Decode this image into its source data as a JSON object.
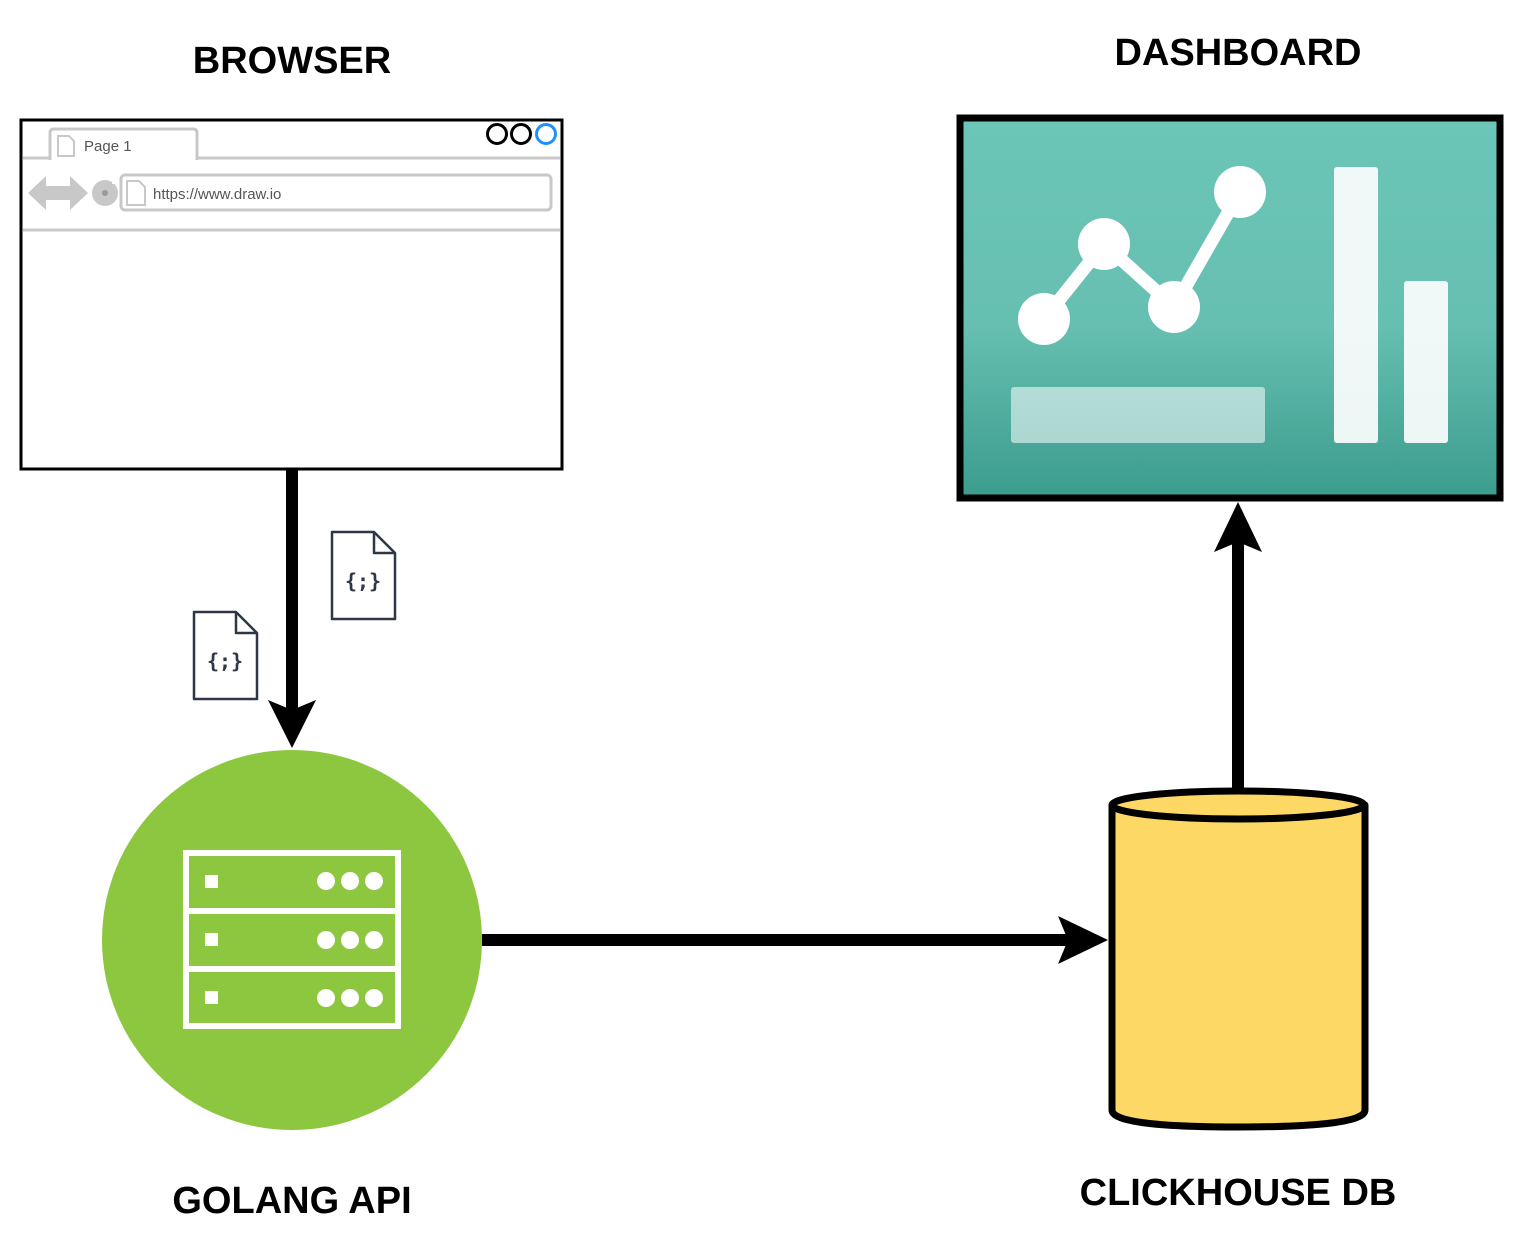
{
  "nodes": {
    "browser": {
      "label": "BROWSER",
      "tab_label": "Page 1",
      "url": "https://www.draw.io"
    },
    "dashboard": {
      "label": "DASHBOARD"
    },
    "api": {
      "label": "GOLANG API"
    },
    "database": {
      "label": "CLICKHOUSE DB"
    }
  },
  "payload_icons": [
    {
      "glyph": "{;}"
    },
    {
      "glyph": "{;}"
    }
  ],
  "edges": [
    {
      "from": "browser",
      "to": "api"
    },
    {
      "from": "api",
      "to": "database"
    },
    {
      "from": "database",
      "to": "dashboard"
    }
  ],
  "colors": {
    "api_green": "#8dc63f",
    "db_yellow": "#fdd865",
    "dashboard_teal": "#6cc6b8",
    "dashboard_teal_dark": "#3b9c8d",
    "browser_chrome_gray": "#c8c8c8",
    "window_button_blue": "#1e90ff"
  },
  "icons": {
    "api": "server-rack-icon",
    "payload": "json-file-icon",
    "dashboard": "analytics-chart-icon",
    "database": "cylinder-database-icon"
  }
}
